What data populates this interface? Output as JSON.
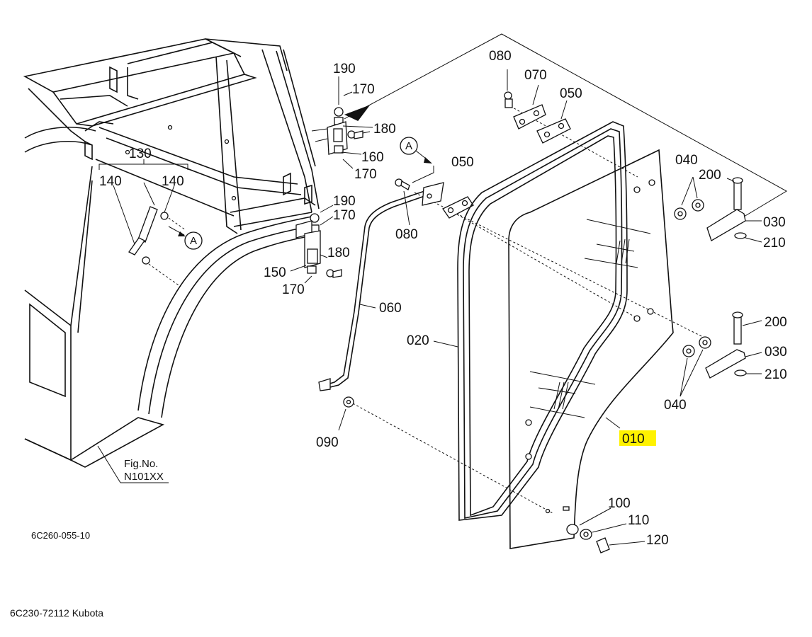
{
  "labels": {
    "p190a": "190",
    "p170a": "170",
    "p180a": "180",
    "p160": "160",
    "p170b": "170",
    "p190b": "190",
    "p170c": "170",
    "p180b": "180",
    "p150": "150",
    "p170d": "170",
    "p130": "130",
    "p140a": "140",
    "p140b": "140",
    "p080a": "080",
    "p070": "070",
    "p050a": "050",
    "p050b": "050",
    "p080b": "080",
    "p040a": "040",
    "p200a": "200",
    "p030a": "030",
    "p210a": "210",
    "p200b": "200",
    "p030b": "030",
    "p210b": "210",
    "p040b": "040",
    "p060": "060",
    "p020": "020",
    "p010": "010",
    "p090": "090",
    "p100": "100",
    "p110": "110",
    "p120": "120"
  },
  "callouts": {
    "a1": "A",
    "a2": "A"
  },
  "fig_ref": {
    "line1": "Fig.No.",
    "line2": "N101XX"
  },
  "drawing_code": "6C260-055-10",
  "footer_text": "6C230-72112 Kubota",
  "highlight_color": "#fff200"
}
